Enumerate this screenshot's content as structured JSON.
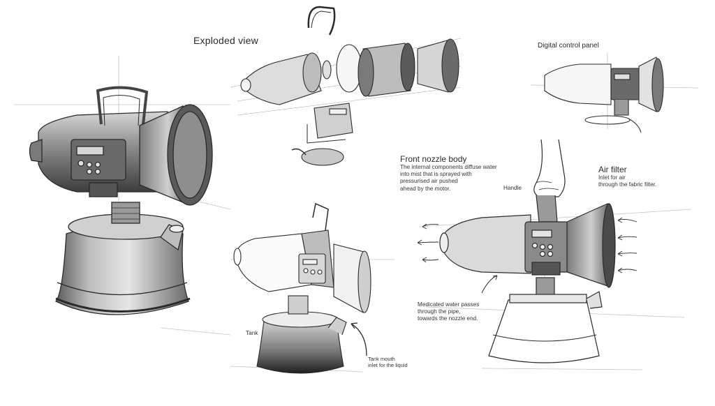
{
  "labels": {
    "exploded_view": "Exploded view",
    "digital_control_panel": "Digital control panel",
    "front_nozzle_body": {
      "title": "Front nozzle body",
      "lines": [
        "The internal components diffuse water",
        "into mist that is sprayed with",
        "pressurised air pushed",
        "ahead by the motor."
      ]
    },
    "air_filter": {
      "title": "Air filter",
      "lines": [
        "Inlet for air",
        "through the fabric filter."
      ]
    },
    "handle": "Handle",
    "medicated_water": {
      "lines": [
        "Medicated water passes",
        "through the pipe,",
        "towards the nozzle end."
      ]
    },
    "tank": "Tank",
    "tank_mouth": {
      "lines": [
        "Tank mouth",
        "inlet for the liquid"
      ]
    }
  },
  "colors": {
    "ink": "#2a2a2a",
    "shade_dark": "#4a4a4a",
    "shade_mid": "#9a9a9a",
    "shade_light": "#d9d9d9",
    "construction_line": "#bdbdbd"
  },
  "icons": {
    "hand": "hand-icon",
    "arrows": "arrow-icon"
  }
}
